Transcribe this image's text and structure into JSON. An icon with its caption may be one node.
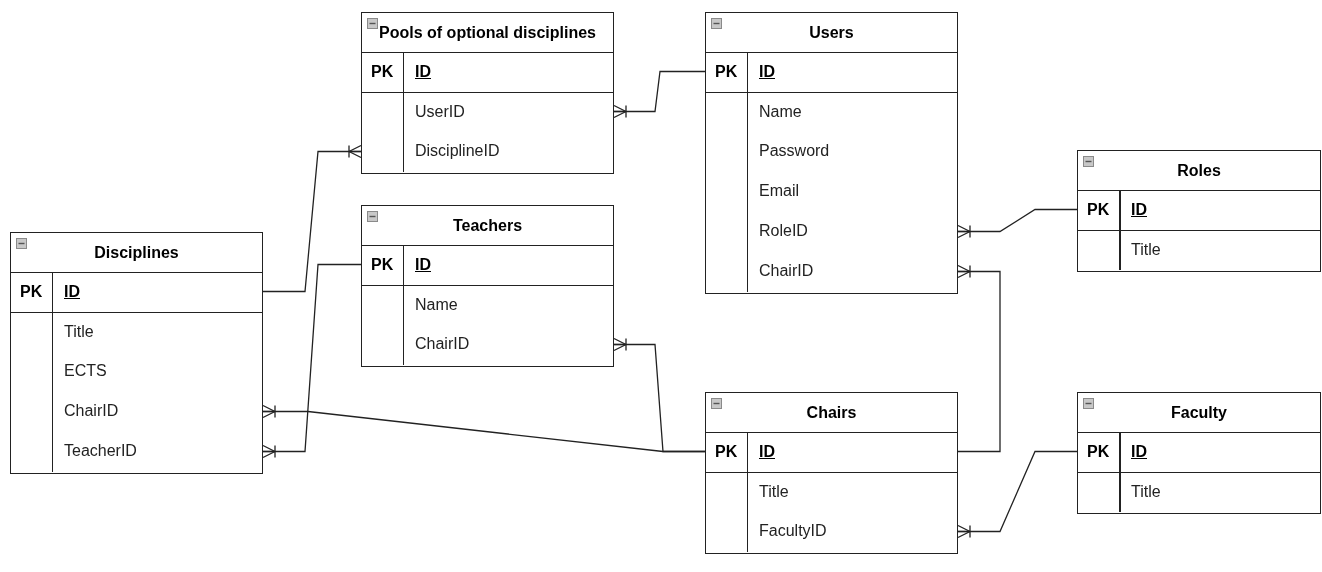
{
  "diagram": {
    "nodes": [
      {
        "text": [
          "Pools of optional disciplines"
        ]
      },
      {
        "text": [
          "PK",
          "ID"
        ],
        "in": 0
      },
      {
        "text": [
          "UserID"
        ],
        "in": 0
      },
      {
        "text": [
          "DisciplineID"
        ],
        "in": 0
      },
      {
        "text": [
          "Users"
        ]
      },
      {
        "text": [
          "PK",
          "ID"
        ],
        "in": 4
      },
      {
        "text": [
          "Name"
        ],
        "in": 4
      },
      {
        "text": [
          "Password"
        ],
        "in": 4
      },
      {
        "text": [
          "Email"
        ],
        "in": 4
      },
      {
        "text": [
          "RoleID"
        ],
        "in": 4
      },
      {
        "text": [
          "ChairID"
        ],
        "in": 4
      },
      {
        "text": [
          "Roles"
        ]
      },
      {
        "text": [
          "PK",
          "ID"
        ],
        "in": 11
      },
      {
        "text": [
          "Title"
        ],
        "in": 11
      },
      {
        "text": [
          "Teachers"
        ]
      },
      {
        "text": [
          "PK",
          "ID"
        ],
        "in": 14
      },
      {
        "text": [
          "Name"
        ],
        "in": 14
      },
      {
        "text": [
          "ChairID"
        ],
        "in": 14
      },
      {
        "text": [
          "Disciplines"
        ]
      },
      {
        "text": [
          "PK",
          "ID"
        ],
        "in": 18
      },
      {
        "text": [
          "Title"
        ],
        "in": 18
      },
      {
        "text": [
          "ECTS"
        ],
        "in": 18
      },
      {
        "text": [
          "ChairID"
        ],
        "in": 18
      },
      {
        "text": [
          "TeacherID"
        ],
        "in": 18
      },
      {
        "text": [
          "Chairs"
        ]
      },
      {
        "text": [
          "PK",
          "ID"
        ],
        "in": 24
      },
      {
        "text": [
          "Title"
        ],
        "in": 24
      },
      {
        "text": [
          "FacultyID"
        ],
        "in": 24
      },
      {
        "text": [
          "Faculty"
        ]
      },
      {
        "text": [
          "PK",
          "ID"
        ],
        "in": 28
      },
      {
        "text": [
          "Title"
        ],
        "in": 28
      }
    ],
    "edges": [
      {
        "from": 2,
        "to": 5,
        "arrow": "other"
      },
      {
        "from": 3,
        "to": 19,
        "arrow": "other"
      },
      {
        "from": 9,
        "to": 12,
        "arrow": "other"
      },
      {
        "from": 10,
        "to": 25,
        "arrow": "other"
      },
      {
        "from": 17,
        "to": 25,
        "arrow": "other"
      },
      {
        "from": 22,
        "to": 25,
        "arrow": "other"
      },
      {
        "from": 23,
        "to": 15,
        "arrow": "other"
      },
      {
        "from": 27,
        "to": 29,
        "arrow": "other"
      }
    ]
  }
}
